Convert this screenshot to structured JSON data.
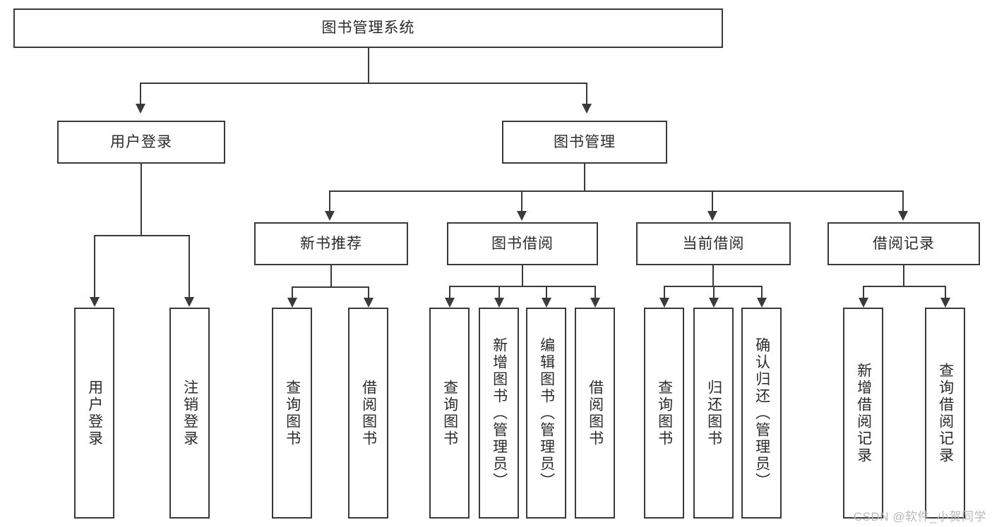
{
  "diagram": {
    "title": "图书管理系统",
    "type": "tree-structure-chart",
    "root": {
      "label": "图书管理系统"
    },
    "level1": [
      {
        "label": "用户登录"
      },
      {
        "label": "图书管理"
      }
    ],
    "level2": [
      {
        "label": "新书推荐"
      },
      {
        "label": "图书借阅"
      },
      {
        "label": "当前借阅"
      },
      {
        "label": "借阅记录"
      }
    ],
    "leaves": {
      "user_login": [
        {
          "label": "用户登录"
        },
        {
          "label": "注销登录"
        }
      ],
      "new_book_recommend": [
        {
          "label": "查询图书"
        },
        {
          "label": "借阅图书"
        }
      ],
      "book_borrow": [
        {
          "label": "查询图书"
        },
        {
          "label": "新增图书（管理员）"
        },
        {
          "label": "编辑图书（管理员）"
        },
        {
          "label": "借阅图书"
        }
      ],
      "current_borrow": [
        {
          "label": "查询图书"
        },
        {
          "label": "归还图书"
        },
        {
          "label": "确认归还（管理员）"
        }
      ],
      "borrow_record": [
        {
          "label": "新增借阅记录"
        },
        {
          "label": "查询借阅记录"
        }
      ]
    }
  },
  "watermark": {
    "text": "CSDN @软件_小贺同学"
  },
  "colors": {
    "stroke": "#3a3a3a",
    "text": "#2b2b2b",
    "background": "#ffffff",
    "watermark": "#b9b9b9"
  }
}
